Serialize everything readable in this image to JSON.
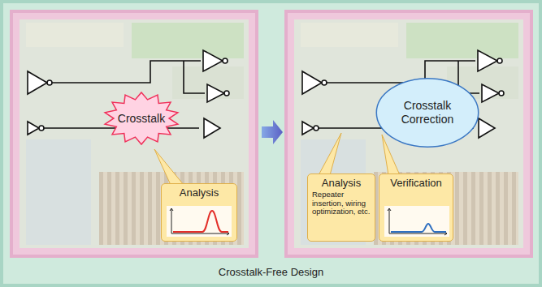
{
  "diagram": {
    "caption": "Crosstalk-Free Design",
    "nodes": [
      {
        "text": [
          "Crosstalk"
        ]
      },
      {
        "text": [
          "Analysis"
        ]
      },
      {
        "text": [
          "Crosstalk Correction"
        ]
      },
      {
        "text": [
          "Analysis",
          "Repeater insertion, wiring optimization, etc."
        ]
      },
      {
        "text": [
          "Verification"
        ]
      }
    ]
  }
}
